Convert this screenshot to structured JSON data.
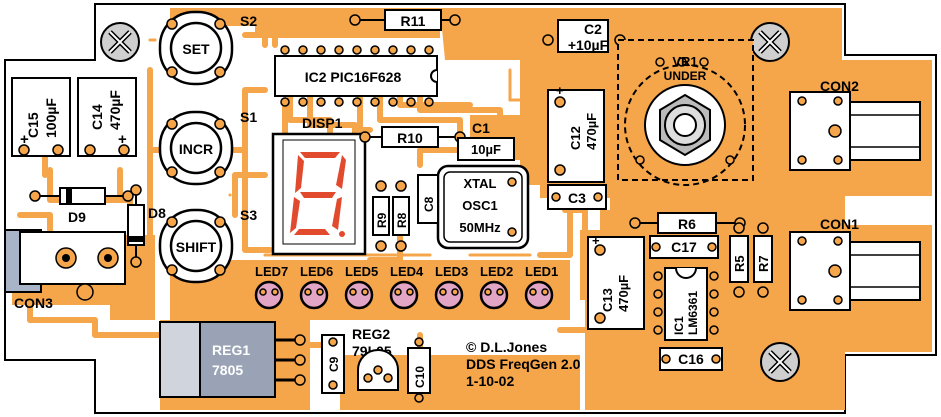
{
  "board": {
    "title": "DDS FreqGen 2.0",
    "author": "© D.L.Jones",
    "date": "1-10-02"
  },
  "switches": [
    {
      "ref": "S2",
      "label": "SET"
    },
    {
      "ref": "S1",
      "label": "INCR"
    },
    {
      "ref": "S3",
      "label": "SHIFT"
    }
  ],
  "leds": [
    "LED7",
    "LED6",
    "LED5",
    "LED4",
    "LED3",
    "LED2",
    "LED1"
  ],
  "labels": {
    "r11": "R11",
    "c2_ref": "C2",
    "c2_val": "+10µF",
    "ic2": "IC2  PIC16F628",
    "vr1": "VR1",
    "vr1_note": "UNDER",
    "con2": "CON2",
    "con1": "CON1",
    "con3": "CON3",
    "disp1": "DISP1",
    "r10": "R10",
    "c1_ref": "C1",
    "c1_val": "10µF",
    "c12_ref": "C12",
    "c12_val": "470µF",
    "xtal": "XTAL",
    "osc1": "OSC1",
    "osc1_val": "50MHz",
    "c8": "C8",
    "r9": "R9",
    "r8": "R8",
    "c3": "C3",
    "r6": "R6",
    "c17": "C17",
    "r5": "R5",
    "r7": "R7",
    "c13_ref": "C13",
    "c13_val": "470µF",
    "ic1_ref": "IC1",
    "ic1_val": "LM6361",
    "c16": "C16",
    "c15_ref": "C15",
    "c15_val": "100µF",
    "c14_ref": "C14",
    "c14_val": "470µF",
    "d9": "D9",
    "d8": "D8",
    "reg1_ref": "REG1",
    "reg1_val": "7805",
    "reg2_ref": "REG2",
    "reg2_val": "79L05",
    "c9": "C9",
    "c10": "C10",
    "plus": "+"
  },
  "colors": {
    "copper": "#f5a54a",
    "board": "#ffffff",
    "outline": "#000000",
    "led_body": "#e3a5c5",
    "segment": "#e24a2e",
    "regulator": "#9aa3b5"
  }
}
